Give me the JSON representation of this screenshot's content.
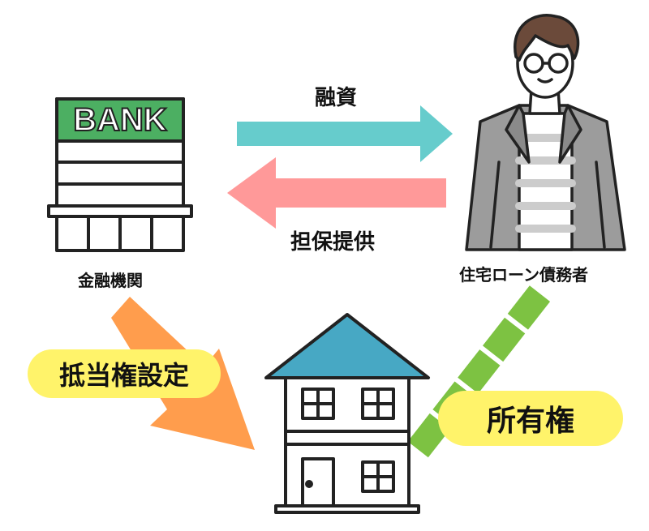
{
  "bank": {
    "sign_text": "BANK",
    "caption": "金融機関"
  },
  "borrower": {
    "caption": "住宅ローン債務者"
  },
  "arrows": {
    "financing_label": "融資",
    "collateral_label": "担保提供"
  },
  "badges": {
    "mortgage_label": "抵当権設定",
    "ownership_label": "所有権"
  },
  "colors": {
    "financing_arrow": "#66cccc",
    "collateral_arrow": "#ff9999",
    "mortgage_arrow": "#ff9d4d",
    "ownership_line": "#7dc242",
    "badge_fill": "#fff36a",
    "bank_sign": "#4caf62",
    "roof": "#47a8c4"
  },
  "icons": {
    "bank": "bank-building-icon",
    "person": "borrower-person-icon",
    "house": "house-icon"
  }
}
